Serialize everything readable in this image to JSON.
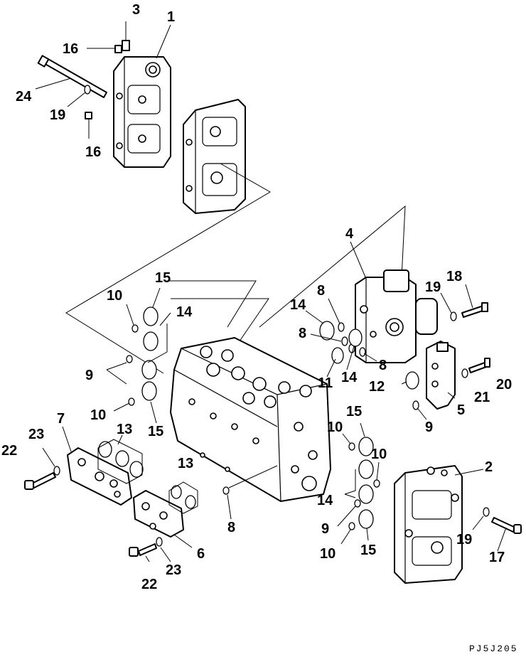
{
  "drawing_code": "PJ5J205",
  "callouts": [
    {
      "id": "c3",
      "text": "3"
    },
    {
      "id": "c1",
      "text": "1"
    },
    {
      "id": "c16a",
      "text": "16"
    },
    {
      "id": "c24",
      "text": "24"
    },
    {
      "id": "c19a",
      "text": "19"
    },
    {
      "id": "c16b",
      "text": "16"
    },
    {
      "id": "c4",
      "text": "4"
    },
    {
      "id": "c18",
      "text": "18"
    },
    {
      "id": "c19b",
      "text": "19"
    },
    {
      "id": "c15a",
      "text": "15"
    },
    {
      "id": "c10a",
      "text": "10"
    },
    {
      "id": "c14a",
      "text": "14"
    },
    {
      "id": "c8a",
      "text": "8"
    },
    {
      "id": "c14b",
      "text": "14"
    },
    {
      "id": "c8b",
      "text": "8"
    },
    {
      "id": "c8c",
      "text": "8"
    },
    {
      "id": "c14c",
      "text": "14"
    },
    {
      "id": "c11",
      "text": "11"
    },
    {
      "id": "c9a",
      "text": "9"
    },
    {
      "id": "c20",
      "text": "20"
    },
    {
      "id": "c12",
      "text": "12"
    },
    {
      "id": "c21",
      "text": "21"
    },
    {
      "id": "c5",
      "text": "5"
    },
    {
      "id": "c10b",
      "text": "10"
    },
    {
      "id": "c15b",
      "text": "15"
    },
    {
      "id": "c9b",
      "text": "9"
    },
    {
      "id": "c7",
      "text": "7"
    },
    {
      "id": "c15c",
      "text": "15"
    },
    {
      "id": "c23a",
      "text": "23"
    },
    {
      "id": "c13a",
      "text": "13"
    },
    {
      "id": "c10c",
      "text": "10"
    },
    {
      "id": "c22a",
      "text": "22"
    },
    {
      "id": "c10d",
      "text": "10"
    },
    {
      "id": "c2",
      "text": "2"
    },
    {
      "id": "c13b",
      "text": "13"
    },
    {
      "id": "c14d",
      "text": "14"
    },
    {
      "id": "c8d",
      "text": "8"
    },
    {
      "id": "c9c",
      "text": "9"
    },
    {
      "id": "c19c",
      "text": "19"
    },
    {
      "id": "c17",
      "text": "17"
    },
    {
      "id": "c6",
      "text": "6"
    },
    {
      "id": "c10e",
      "text": "10"
    },
    {
      "id": "c15d",
      "text": "15"
    },
    {
      "id": "c23b",
      "text": "23"
    },
    {
      "id": "c22b",
      "text": "22"
    }
  ]
}
